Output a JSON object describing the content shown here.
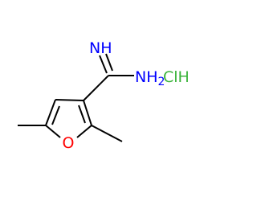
{
  "molecule": {
    "atoms": {
      "imine_nitrogen": "NH",
      "amine_nitrogen": "NH2",
      "ring_oxygen": "O",
      "hydrochloride": "ClH"
    },
    "colors": {
      "bond": "#000000",
      "oxygen": "#ff0000",
      "nitrogen": "#0000ff",
      "chlorine": "#3cb43c"
    }
  }
}
